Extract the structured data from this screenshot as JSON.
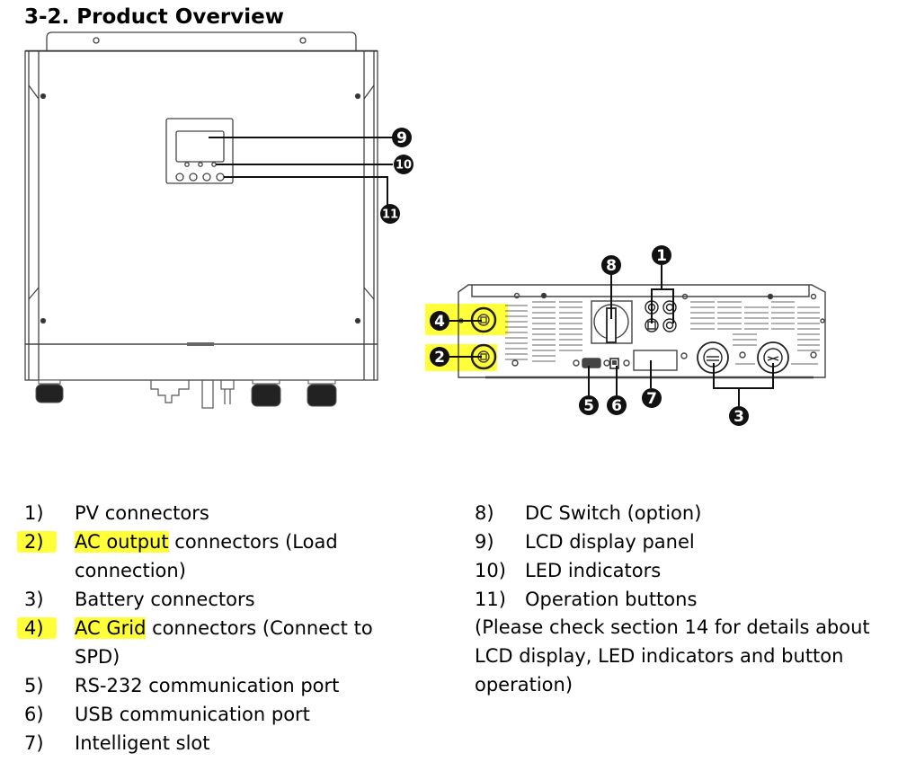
{
  "document": {
    "section_title": "3-2. Product Overview",
    "highlight_color": "#ffff3a",
    "callouts": {
      "front": [
        "9",
        "10",
        "11"
      ],
      "bottom": [
        "4",
        "2",
        "8",
        "1",
        "5",
        "6",
        "7",
        "3"
      ]
    },
    "list_left": [
      {
        "num": "1)",
        "text": "PV connectors",
        "highlight": false
      },
      {
        "num": "2)",
        "text_highlight": "AC output",
        "text_rest": " connectors (Load",
        "cont": "connection)",
        "highlight": true
      },
      {
        "num": "3)",
        "text": "Battery connectors",
        "highlight": false
      },
      {
        "num": "4)",
        "text_highlight": "AC Grid",
        "text_rest": " connectors (Connect to",
        "cont": "SPD)",
        "highlight": true
      },
      {
        "num": "5)",
        "text": "RS-232 communication port",
        "highlight": false
      },
      {
        "num": "6)",
        "text": "USB communication port",
        "highlight": false
      },
      {
        "num": "7)",
        "text": "Intelligent slot",
        "highlight": false
      }
    ],
    "list_right": [
      {
        "num": "8)",
        "text": "DC Switch (option)"
      },
      {
        "num": "9)",
        "text": "LCD display panel"
      },
      {
        "num": "10)",
        "text": "LED indicators"
      },
      {
        "num": "11)",
        "text": "Operation buttons"
      }
    ],
    "note": "(Please check section 14 for details about LCD display, LED indicators and button operation)"
  }
}
